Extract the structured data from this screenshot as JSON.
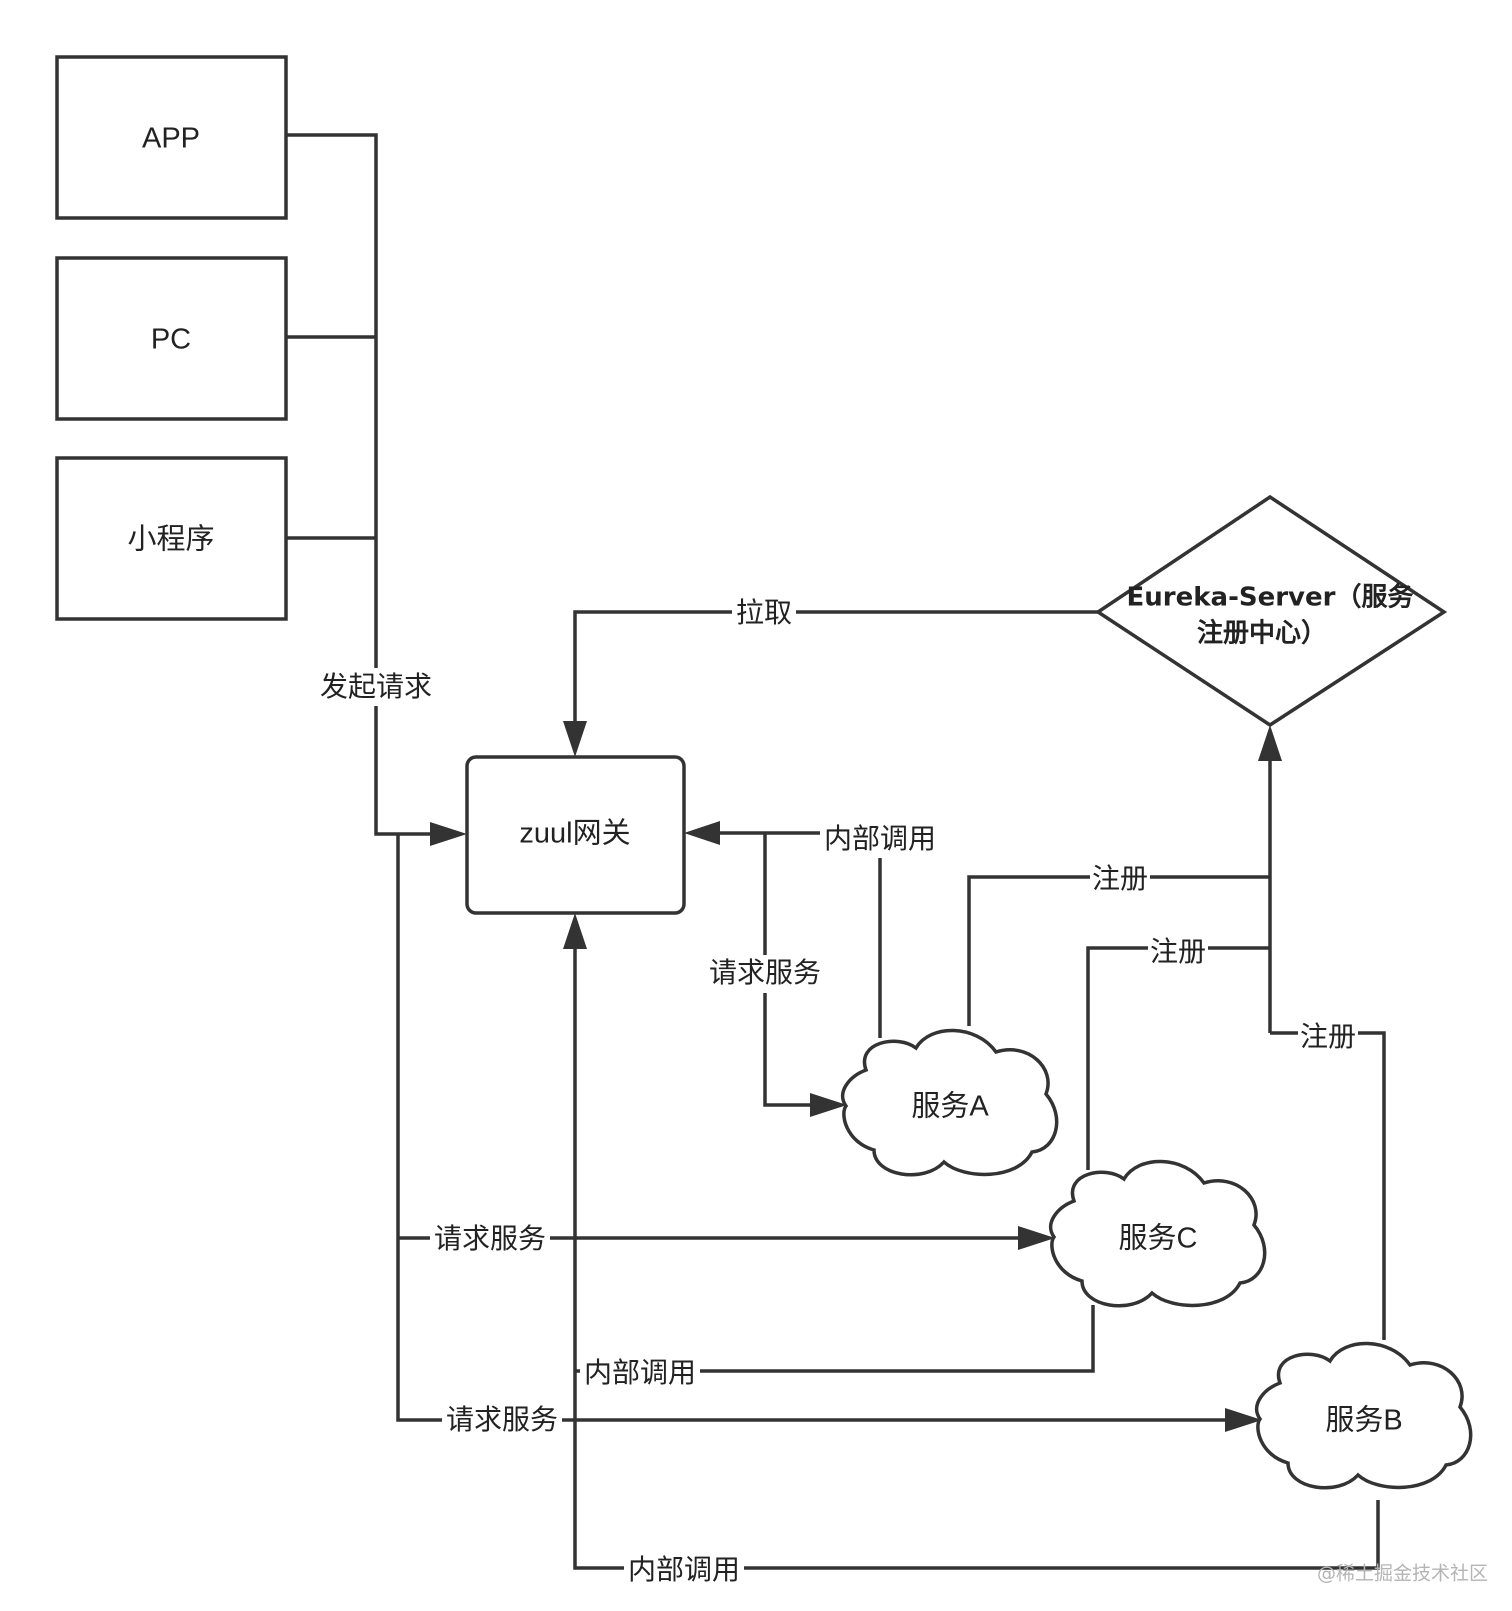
{
  "nodes": {
    "app": "APP",
    "pc": "PC",
    "miniprogram": "小程序",
    "gateway": "zuul网关",
    "eureka_line1": "Eureka-Server（服务",
    "eureka_line2": "注册中心）",
    "service_a": "服务A",
    "service_c": "服务C",
    "service_b": "服务B"
  },
  "edges": {
    "initiate_request": "发起请求",
    "pull": "拉取",
    "internal_call_a": "内部调用",
    "request_service_a": "请求服务",
    "register_a": "注册",
    "register_c": "注册",
    "register_b": "注册",
    "request_service_c": "请求服务",
    "internal_call_c": "内部调用",
    "request_service_b": "请求服务",
    "internal_call_b": "内部调用"
  },
  "watermark": "@稀土掘金技术社区",
  "colors": {
    "stroke": "#333333",
    "text": "#222222",
    "background": "#ffffff"
  }
}
